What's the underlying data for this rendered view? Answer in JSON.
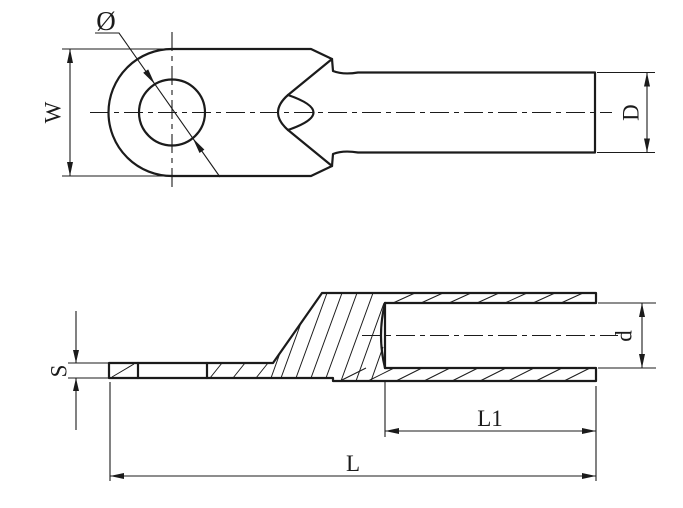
{
  "colors": {
    "background": "#ffffff",
    "line": "#1b1b1b"
  },
  "views": {
    "top": {
      "labels": {
        "hole_diameter": "Ø",
        "width": "W",
        "barrel_diameter": "D"
      }
    },
    "section": {
      "labels": {
        "palm_thickness": "S",
        "bore_diameter": "d",
        "bore_depth": "L1",
        "overall_length": "L"
      }
    }
  }
}
